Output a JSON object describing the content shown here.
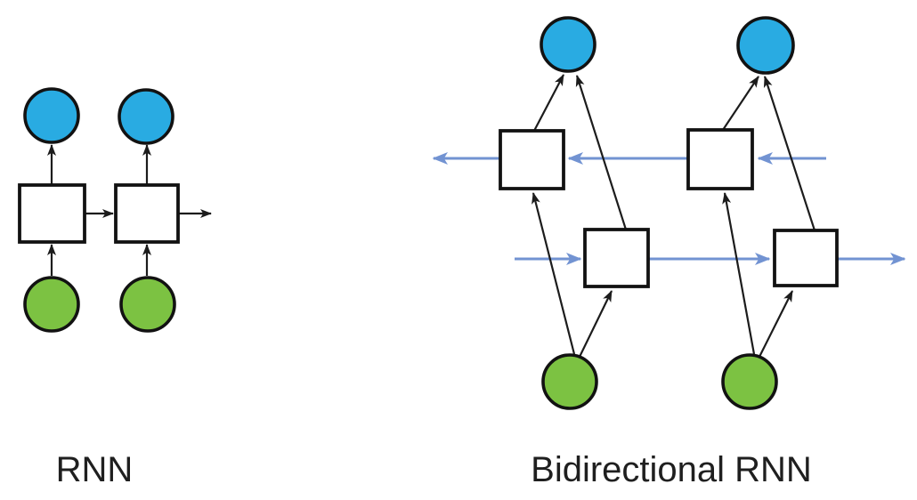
{
  "colors": {
    "background": "#ffffff",
    "output_node": "#29abe2",
    "input_node": "#7cc242",
    "hidden_fill": "#ffffff",
    "node_stroke": "#121212",
    "black_arrow": "#1c1c1c",
    "blue_arrow": "#7293d2",
    "label_text": "#1f1f1f"
  },
  "diagrams": [
    {
      "label": "RNN",
      "timesteps": 2,
      "nodes": {
        "input_count": 2,
        "hidden_count": 2,
        "output_count": 2
      },
      "node_shapes": {
        "input": "green circle",
        "hidden": "white square",
        "output": "blue circle"
      },
      "connections": [
        "input up to hidden",
        "hidden up to output",
        "hidden right to next hidden",
        "last hidden arrow exits right"
      ]
    },
    {
      "label": "Bidirectional RNN",
      "timesteps": 2,
      "nodes": {
        "input_count": 2,
        "forward_hidden_count": 2,
        "backward_hidden_count": 2,
        "output_count": 2
      },
      "node_shapes": {
        "input": "green circle",
        "hidden": "white square",
        "output": "blue circle"
      },
      "connections": [
        "input up to forward hidden",
        "input up to backward hidden",
        "forward hidden up to output",
        "backward hidden up to output",
        "blue forward-chain arrows point right through lower squares",
        "blue backward-chain arrows point left through upper squares"
      ]
    }
  ]
}
